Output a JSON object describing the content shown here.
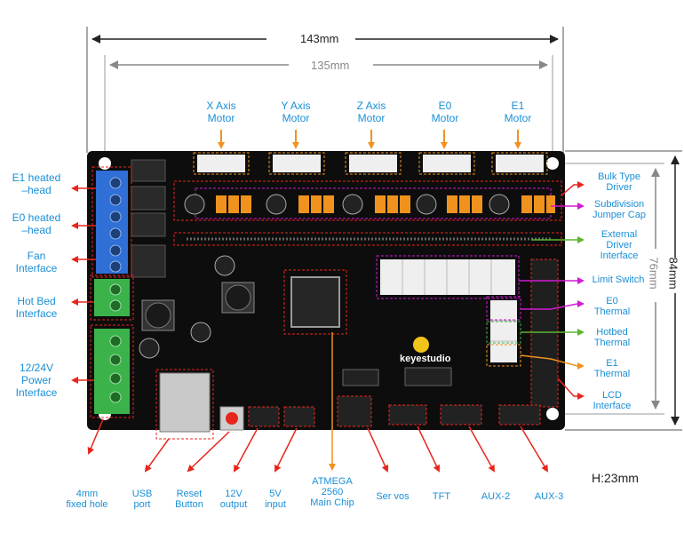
{
  "dimensions": {
    "width_overall": "143mm",
    "width_holes": "135mm",
    "height_overall": "84mm",
    "height_holes": "76mm",
    "thickness": "H:23mm"
  },
  "brand": "keyestudio",
  "top_labels": {
    "x_axis": "X Axis\nMotor",
    "y_axis": "Y Axis\nMotor",
    "z_axis": "Z Axis\nMotor",
    "e0": "E0\nMotor",
    "e1": "E1\nMotor"
  },
  "left_labels": {
    "e1_heated": "E1 heated\n–head",
    "e0_heated": "E0 heated\n–head",
    "fan": "Fan\nInterface",
    "hot_bed": "Hot Bed\nInterface",
    "power": "12/24V\nPower\nInterface"
  },
  "right_labels": {
    "bulk_driver": "Bulk Type\nDriver",
    "jumper_cap": "Subdivision\nJumper Cap",
    "external_driver": "External\nDriver\nInterface",
    "limit_switch": "Limit Switch",
    "e0_thermal": "E0\nThermal",
    "hotbed_thermal": "Hotbed\nThermal",
    "e1_thermal": "E1\nThermal",
    "lcd": "LCD\nInterface"
  },
  "bottom_labels": {
    "fixed_hole": "4mm\nfixed hole",
    "usb": "USB\nport",
    "reset": "Reset\nButton",
    "out12v": "12V\noutput",
    "in5v": "5V\ninput",
    "mcu": "ATMEGA\n2560\nMain Chip",
    "servos": "Ser vos",
    "tft": "TFT",
    "aux2": "AUX-2",
    "aux3": "AUX-3"
  },
  "colors": {
    "board": "#0d0d0d",
    "label_blue": "#1a8fd6",
    "arrow_red": "#e8251d",
    "arrow_orange": "#f0921e",
    "arrow_green": "#5bb52e",
    "arrow_magenta": "#d11ad1",
    "terminal_blue": "#2f6fd6",
    "terminal_green": "#3cb34a",
    "jumper_orange": "#f0921e",
    "connector_white": "#efefef"
  }
}
